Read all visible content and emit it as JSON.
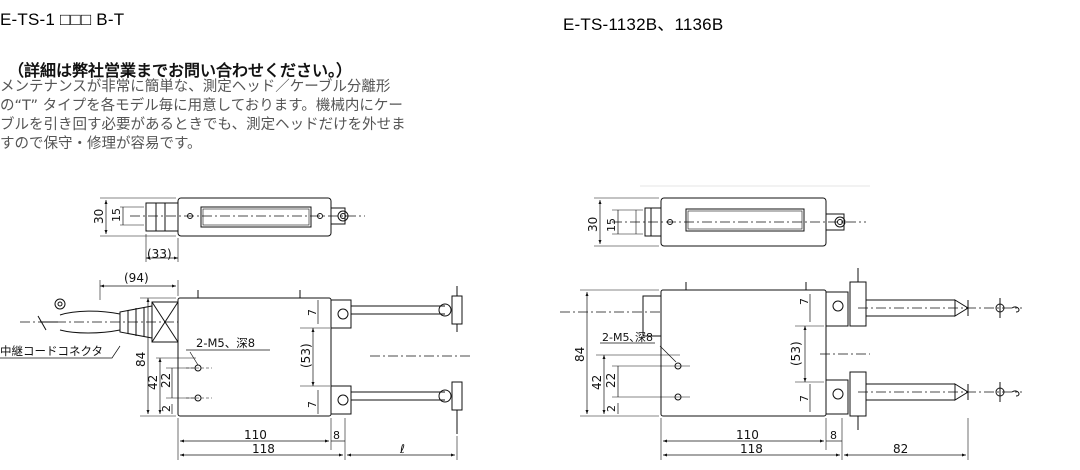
{
  "left_title": "E-TS-1 □□□ B-T",
  "right_title": "E-TS-1132B、1136B",
  "note": {
    "title": "（詳細は弊社営業までお問い合わせください。）",
    "lines": [
      "メンテナンスが非常に簡単な、測定ヘッド／ケーブル分離形",
      "の“T” タイプを各モデル毎に用意しております。機械内にケー",
      "ブルを引き回す必要があるときでも、測定ヘッドだけを外せま",
      "すので保守・修理が容易です。"
    ]
  },
  "left_drawing": {
    "dims": {
      "d30": "30",
      "d15": "15",
      "d33": "(33)",
      "d94": "(94)",
      "d84": "84",
      "d42": "42",
      "d22": "22",
      "d2": "2",
      "d7a": "7",
      "d7b": "7",
      "d53": "(53)",
      "d110": "110",
      "d118": "118",
      "d8": "8",
      "dl": "ℓ"
    },
    "thread_label": "2-M5、深8",
    "connector_label": "中継コードコネクタ"
  },
  "right_drawing": {
    "dims": {
      "d30": "30",
      "d15": "15",
      "d84": "84",
      "d42": "42",
      "d22": "22",
      "d2": "2",
      "d7a": "7",
      "d7b": "7",
      "d53": "(53)",
      "d110": "110",
      "d118": "118",
      "d8": "8",
      "d82": "82"
    },
    "thread_label": "2-M5､深8"
  }
}
